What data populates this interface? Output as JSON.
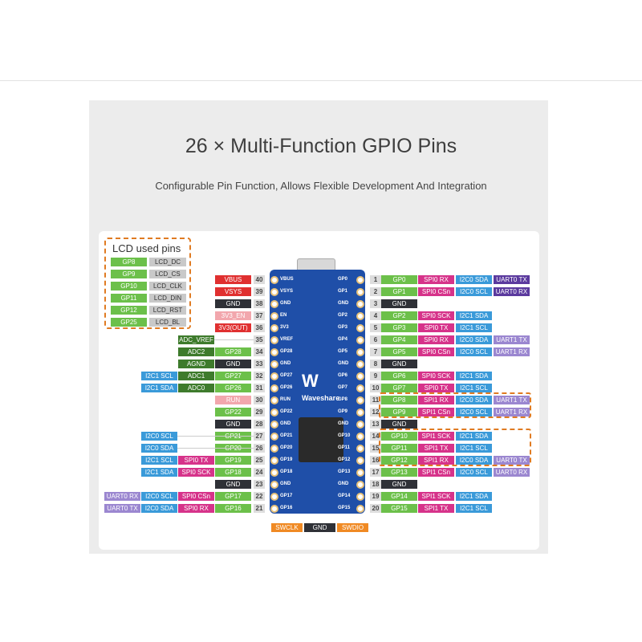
{
  "title": "26 × Multi-Function GPIO Pins",
  "subtitle": "Configurable Pin Function, Allows Flexible Development And Integration",
  "colors": {
    "gp": "#6cc04a",
    "spi": "#d6338a",
    "i2c": "#3a9ad9",
    "uart0": "#5b3a9e",
    "uart1": "#9b87d0",
    "gnd": "#2f3137",
    "power": "#e03030",
    "light": "#f2a7ad",
    "adc": "#3e7b2c",
    "lcd": "#c9c9c9",
    "swd": "#f08a24",
    "highlight": "#e07b22",
    "board": "#1f4fa8"
  },
  "lcd": {
    "title": "LCD used pins",
    "rows": [
      {
        "gp": "GP8",
        "fn": "LCD_DC"
      },
      {
        "gp": "GP9",
        "fn": "LCD_CS"
      },
      {
        "gp": "GP10",
        "fn": "LCD_CLK"
      },
      {
        "gp": "GP11",
        "fn": "LCD_DIN"
      },
      {
        "gp": "GP12",
        "fn": "LCD_RST"
      },
      {
        "gp": "GP25",
        "fn": "LCD_BL"
      }
    ]
  },
  "left_pins": [
    {
      "num": "40",
      "silk": "VBUS",
      "labels": [
        {
          "t": "VBUS",
          "k": "power"
        }
      ]
    },
    {
      "num": "39",
      "silk": "VSYS",
      "labels": [
        {
          "t": "VSYS",
          "k": "power"
        }
      ]
    },
    {
      "num": "38",
      "silk": "GND",
      "labels": [
        {
          "t": "GND",
          "k": "gnd"
        }
      ]
    },
    {
      "num": "37",
      "silk": "EN",
      "labels": [
        {
          "t": "3V3_EN",
          "k": "light"
        }
      ]
    },
    {
      "num": "36",
      "silk": "3V3",
      "labels": [
        {
          "t": "3V3(OUT)",
          "k": "power"
        }
      ]
    },
    {
      "num": "35",
      "silk": "VREF",
      "labels": [
        null,
        {
          "t": "ADC_VREF",
          "k": "adc"
        }
      ]
    },
    {
      "num": "34",
      "silk": "GP28",
      "labels": [
        {
          "t": "GP28",
          "k": "gp"
        },
        {
          "t": "ADC2",
          "k": "adc"
        }
      ]
    },
    {
      "num": "33",
      "silk": "GND",
      "labels": [
        {
          "t": "GND",
          "k": "gnd"
        },
        {
          "t": "AGND",
          "k": "adc"
        }
      ]
    },
    {
      "num": "32",
      "silk": "GP27",
      "labels": [
        {
          "t": "GP27",
          "k": "gp"
        },
        {
          "t": "ADC1",
          "k": "adc"
        },
        {
          "t": "I2C1 SCL",
          "k": "i2c"
        }
      ]
    },
    {
      "num": "31",
      "silk": "GP26",
      "labels": [
        {
          "t": "GP26",
          "k": "gp"
        },
        {
          "t": "ADC0",
          "k": "adc"
        },
        {
          "t": "I2C1 SDA",
          "k": "i2c"
        }
      ]
    },
    {
      "num": "30",
      "silk": "RUN",
      "labels": [
        {
          "t": "RUN",
          "k": "light"
        }
      ]
    },
    {
      "num": "29",
      "silk": "GP22",
      "labels": [
        {
          "t": "GP22",
          "k": "gp"
        }
      ]
    },
    {
      "num": "28",
      "silk": "GND",
      "labels": [
        {
          "t": "GND",
          "k": "gnd"
        }
      ]
    },
    {
      "num": "27",
      "silk": "GP21",
      "labels": [
        {
          "t": "GP21",
          "k": "gp"
        },
        null,
        {
          "t": "I2C0 SCL",
          "k": "i2c"
        }
      ]
    },
    {
      "num": "26",
      "silk": "GP20",
      "labels": [
        {
          "t": "GP20",
          "k": "gp"
        },
        null,
        {
          "t": "I2C0 SDA",
          "k": "i2c"
        }
      ]
    },
    {
      "num": "25",
      "silk": "GP19",
      "labels": [
        {
          "t": "GP19",
          "k": "gp"
        },
        {
          "t": "SPI0 TX",
          "k": "spi"
        },
        {
          "t": "I2C1 SCL",
          "k": "i2c"
        }
      ]
    },
    {
      "num": "24",
      "silk": "GP18",
      "labels": [
        {
          "t": "GP18",
          "k": "gp"
        },
        {
          "t": "SPI0 SCK",
          "k": "spi"
        },
        {
          "t": "I2C1 SDA",
          "k": "i2c"
        }
      ]
    },
    {
      "num": "23",
      "silk": "GND",
      "labels": [
        {
          "t": "GND",
          "k": "gnd"
        }
      ]
    },
    {
      "num": "22",
      "silk": "GP17",
      "labels": [
        {
          "t": "GP17",
          "k": "gp"
        },
        {
          "t": "SPI0 CSn",
          "k": "spi"
        },
        {
          "t": "I2C0 SCL",
          "k": "i2c"
        },
        {
          "t": "UART0 RX",
          "k": "uart1"
        }
      ]
    },
    {
      "num": "21",
      "silk": "GP16",
      "labels": [
        {
          "t": "GP16",
          "k": "gp"
        },
        {
          "t": "SPI0 RX",
          "k": "spi"
        },
        {
          "t": "I2C0 SDA",
          "k": "i2c"
        },
        {
          "t": "UART0 TX",
          "k": "uart1"
        }
      ]
    }
  ],
  "right_pins": [
    {
      "num": "1",
      "silk": "GP0",
      "labels": [
        {
          "t": "GP0",
          "k": "gp"
        },
        {
          "t": "SPI0 RX",
          "k": "spi"
        },
        {
          "t": "I2C0 SDA",
          "k": "i2c"
        },
        {
          "t": "UART0 TX",
          "k": "uart0"
        }
      ]
    },
    {
      "num": "2",
      "silk": "GP1",
      "labels": [
        {
          "t": "GP1",
          "k": "gp"
        },
        {
          "t": "SPI0 CSn",
          "k": "spi"
        },
        {
          "t": "I2C0 SCL",
          "k": "i2c"
        },
        {
          "t": "UART0 RX",
          "k": "uart0"
        }
      ]
    },
    {
      "num": "3",
      "silk": "GND",
      "labels": [
        {
          "t": "GND",
          "k": "gnd"
        }
      ]
    },
    {
      "num": "4",
      "silk": "GP2",
      "labels": [
        {
          "t": "GP2",
          "k": "gp"
        },
        {
          "t": "SPI0 SCK",
          "k": "spi"
        },
        {
          "t": "I2C1 SDA",
          "k": "i2c"
        }
      ]
    },
    {
      "num": "5",
      "silk": "GP3",
      "labels": [
        {
          "t": "GP3",
          "k": "gp"
        },
        {
          "t": "SPI0 TX",
          "k": "spi"
        },
        {
          "t": "I2C1 SCL",
          "k": "i2c"
        }
      ]
    },
    {
      "num": "6",
      "silk": "GP4",
      "labels": [
        {
          "t": "GP4",
          "k": "gp"
        },
        {
          "t": "SPI0 RX",
          "k": "spi"
        },
        {
          "t": "I2C0 SDA",
          "k": "i2c"
        },
        {
          "t": "UART1 TX",
          "k": "uart1"
        }
      ]
    },
    {
      "num": "7",
      "silk": "GP5",
      "labels": [
        {
          "t": "GP5",
          "k": "gp"
        },
        {
          "t": "SPI0 CSn",
          "k": "spi"
        },
        {
          "t": "I2C0 SCL",
          "k": "i2c"
        },
        {
          "t": "UART1 RX",
          "k": "uart1"
        }
      ]
    },
    {
      "num": "8",
      "silk": "GND",
      "labels": [
        {
          "t": "GND",
          "k": "gnd"
        }
      ]
    },
    {
      "num": "9",
      "silk": "GP6",
      "labels": [
        {
          "t": "GP6",
          "k": "gp"
        },
        {
          "t": "SPI0 SCK",
          "k": "spi"
        },
        {
          "t": "I2C1 SDA",
          "k": "i2c"
        }
      ]
    },
    {
      "num": "10",
      "silk": "GP7",
      "labels": [
        {
          "t": "GP7",
          "k": "gp"
        },
        {
          "t": "SPI0 TX",
          "k": "spi"
        },
        {
          "t": "I2C1 SCL",
          "k": "i2c"
        }
      ]
    },
    {
      "num": "11",
      "silk": "GP8",
      "labels": [
        {
          "t": "GP8",
          "k": "gp"
        },
        {
          "t": "SPI1 RX",
          "k": "spi"
        },
        {
          "t": "I2C0 SDA",
          "k": "i2c"
        },
        {
          "t": "UART1 TX",
          "k": "uart1"
        }
      ]
    },
    {
      "num": "12",
      "silk": "GP9",
      "labels": [
        {
          "t": "GP9",
          "k": "gp"
        },
        {
          "t": "SPI1 CSn",
          "k": "spi"
        },
        {
          "t": "I2C0 SCL",
          "k": "i2c"
        },
        {
          "t": "UART1 RX",
          "k": "uart1"
        }
      ]
    },
    {
      "num": "13",
      "silk": "GND",
      "labels": [
        {
          "t": "GND",
          "k": "gnd"
        }
      ]
    },
    {
      "num": "14",
      "silk": "GP10",
      "labels": [
        {
          "t": "GP10",
          "k": "gp"
        },
        {
          "t": "SPI1 SCK",
          "k": "spi"
        },
        {
          "t": "I2C1 SDA",
          "k": "i2c"
        }
      ]
    },
    {
      "num": "15",
      "silk": "GP11",
      "labels": [
        {
          "t": "GP11",
          "k": "gp"
        },
        {
          "t": "SPI1 TX",
          "k": "spi"
        },
        {
          "t": "I2C1 SCL",
          "k": "i2c"
        }
      ]
    },
    {
      "num": "16",
      "silk": "GP12",
      "labels": [
        {
          "t": "GP12",
          "k": "gp"
        },
        {
          "t": "SPI1 RX",
          "k": "spi"
        },
        {
          "t": "I2C0 SDA",
          "k": "i2c"
        },
        {
          "t": "UART0 TX",
          "k": "uart1"
        }
      ]
    },
    {
      "num": "17",
      "silk": "GP13",
      "labels": [
        {
          "t": "GP13",
          "k": "gp"
        },
        {
          "t": "SPI1 CSn",
          "k": "spi"
        },
        {
          "t": "I2C0 SCL",
          "k": "i2c"
        },
        {
          "t": "UART0 RX",
          "k": "uart1"
        }
      ]
    },
    {
      "num": "18",
      "silk": "GND",
      "labels": [
        {
          "t": "GND",
          "k": "gnd"
        }
      ]
    },
    {
      "num": "19",
      "silk": "GP14",
      "labels": [
        {
          "t": "GP14",
          "k": "gp"
        },
        {
          "t": "SPI1 SCK",
          "k": "spi"
        },
        {
          "t": "I2C1 SDA",
          "k": "i2c"
        }
      ]
    },
    {
      "num": "20",
      "silk": "GP15",
      "labels": [
        {
          "t": "GP15",
          "k": "gp"
        },
        {
          "t": "SPI1 TX",
          "k": "spi"
        },
        {
          "t": "I2C1 SCL",
          "k": "i2c"
        }
      ]
    }
  ],
  "board": {
    "logo": "W",
    "brand": "Waveshare"
  },
  "bottom_pins": [
    {
      "t": "SWCLK",
      "k": "swd"
    },
    {
      "t": "GND",
      "k": "gnd"
    },
    {
      "t": "SWDIO",
      "k": "swd"
    }
  ]
}
